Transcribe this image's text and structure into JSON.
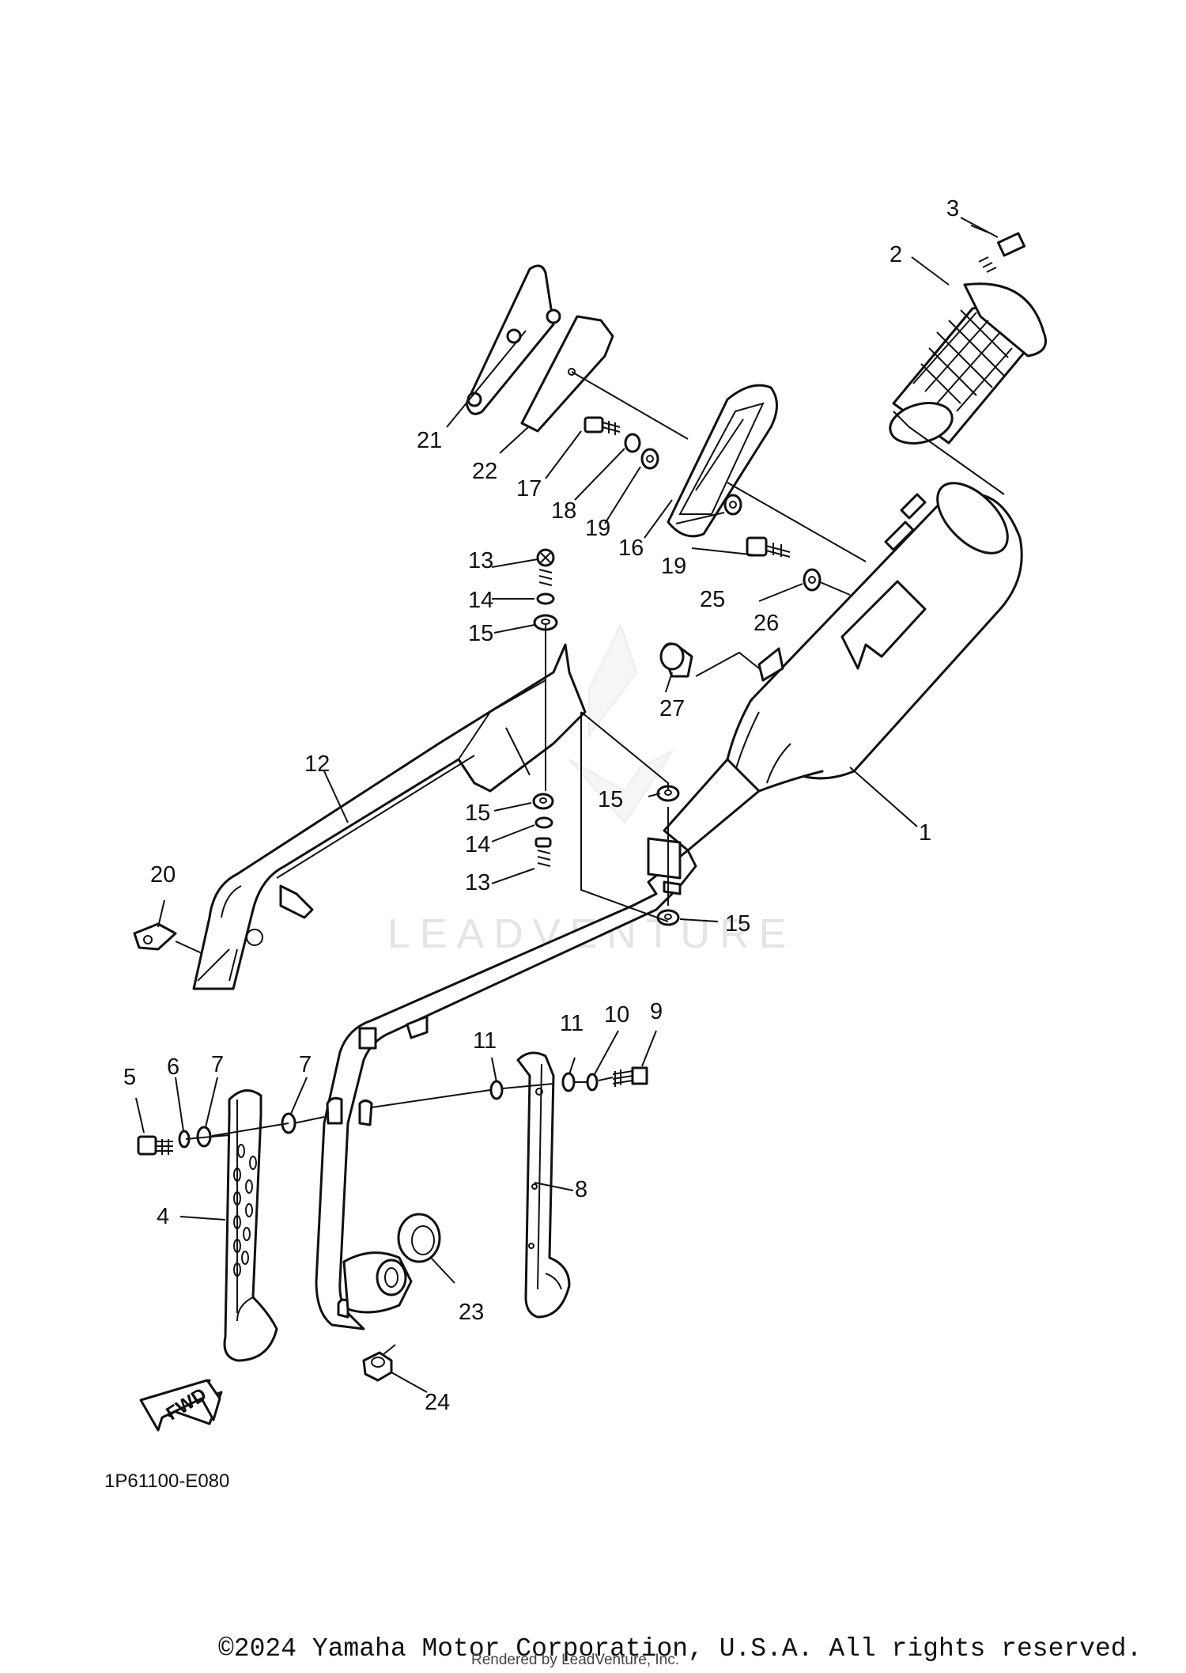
{
  "diagram_code": "1P61100-E080",
  "watermark": "LEADVENTURE",
  "fwd_label": "FWD",
  "copyright": "©2024 Yamaha Motor Corporation, U.S.A. All rights reserved.",
  "rendered_by": "Rendered by LeadVenture, Inc.",
  "callouts": [
    {
      "id": "c1",
      "label": "1"
    },
    {
      "id": "c2",
      "label": "2"
    },
    {
      "id": "c3",
      "label": "3"
    },
    {
      "id": "c4",
      "label": "4"
    },
    {
      "id": "c5",
      "label": "5"
    },
    {
      "id": "c6",
      "label": "6"
    },
    {
      "id": "c7a",
      "label": "7"
    },
    {
      "id": "c7b",
      "label": "7"
    },
    {
      "id": "c8",
      "label": "8"
    },
    {
      "id": "c9",
      "label": "9"
    },
    {
      "id": "c10",
      "label": "10"
    },
    {
      "id": "c11a",
      "label": "11"
    },
    {
      "id": "c11b",
      "label": "11"
    },
    {
      "id": "c12",
      "label": "12"
    },
    {
      "id": "c13a",
      "label": "13"
    },
    {
      "id": "c13b",
      "label": "13"
    },
    {
      "id": "c14a",
      "label": "14"
    },
    {
      "id": "c14b",
      "label": "14"
    },
    {
      "id": "c15a",
      "label": "15"
    },
    {
      "id": "c15b",
      "label": "15"
    },
    {
      "id": "c15c",
      "label": "15"
    },
    {
      "id": "c15d",
      "label": "15"
    },
    {
      "id": "c16",
      "label": "16"
    },
    {
      "id": "c17",
      "label": "17"
    },
    {
      "id": "c18",
      "label": "18"
    },
    {
      "id": "c19a",
      "label": "19"
    },
    {
      "id": "c19b",
      "label": "19"
    },
    {
      "id": "c20",
      "label": "20"
    },
    {
      "id": "c21",
      "label": "21"
    },
    {
      "id": "c22",
      "label": "22"
    },
    {
      "id": "c23",
      "label": "23"
    },
    {
      "id": "c24",
      "label": "24"
    },
    {
      "id": "c25",
      "label": "25"
    },
    {
      "id": "c26",
      "label": "26"
    },
    {
      "id": "c27",
      "label": "27"
    }
  ]
}
